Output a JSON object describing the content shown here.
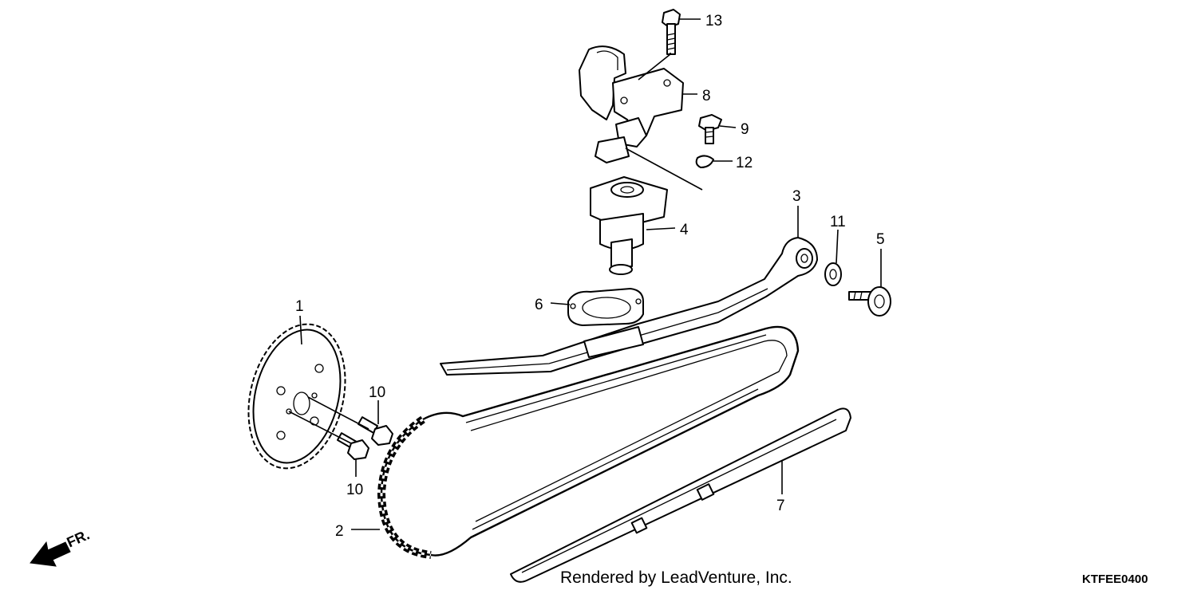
{
  "callouts": {
    "p1": "1",
    "p2": "2",
    "p3": "3",
    "p4": "4",
    "p5": "5",
    "p6": "6",
    "p7": "7",
    "p8": "8",
    "p9": "9",
    "p10a": "10",
    "p10b": "10",
    "p11": "11",
    "p12": "12",
    "p13": "13"
  },
  "front_label": "FR.",
  "credit": "Rendered by LeadVenture, Inc.",
  "diagram_code": "KTFEE0400"
}
